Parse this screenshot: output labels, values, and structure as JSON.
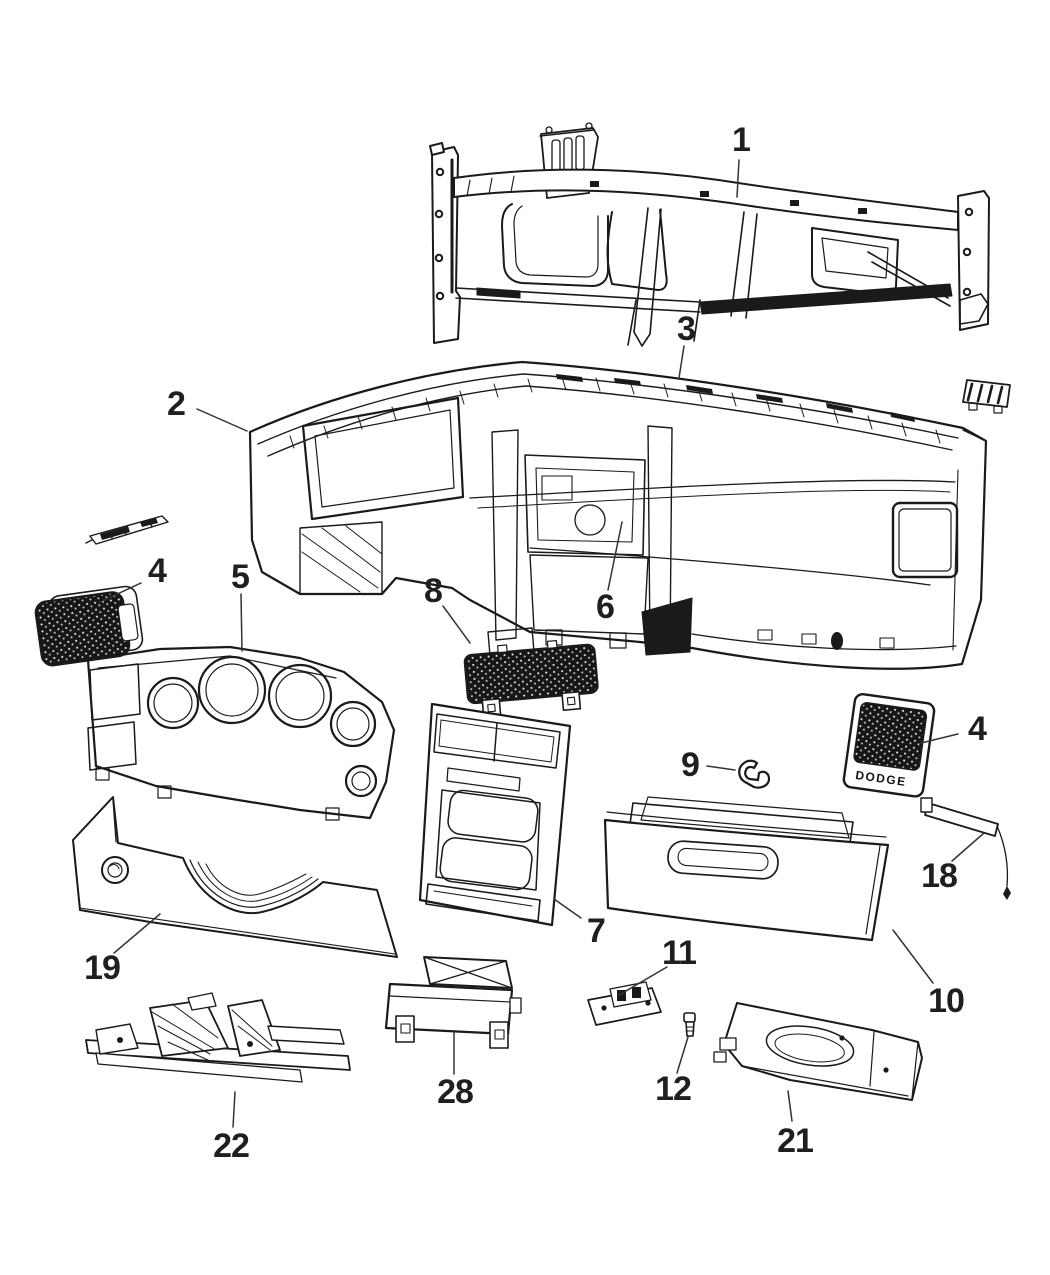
{
  "figure": {
    "kind": "exploded-parts-line-diagram",
    "colors": {
      "background": "#ffffff",
      "line": "#1a1a1a",
      "label": "#1f1f1f"
    },
    "emblem_text": "DODGE",
    "callouts": [
      {
        "ref": "callout-1",
        "label": "1"
      },
      {
        "ref": "callout-2",
        "label": "2"
      },
      {
        "ref": "callout-3",
        "label": "3"
      },
      {
        "ref": "callout-4-left",
        "label": "4"
      },
      {
        "ref": "callout-5",
        "label": "5"
      },
      {
        "ref": "callout-6",
        "label": "6"
      },
      {
        "ref": "callout-7",
        "label": "7"
      },
      {
        "ref": "callout-8",
        "label": "8"
      },
      {
        "ref": "callout-9",
        "label": "9"
      },
      {
        "ref": "callout-4-right",
        "label": "4"
      },
      {
        "ref": "callout-10",
        "label": "10"
      },
      {
        "ref": "callout-11",
        "label": "11"
      },
      {
        "ref": "callout-12",
        "label": "12"
      },
      {
        "ref": "callout-18",
        "label": "18"
      },
      {
        "ref": "callout-19",
        "label": "19"
      },
      {
        "ref": "callout-21",
        "label": "21"
      },
      {
        "ref": "callout-22",
        "label": "22"
      },
      {
        "ref": "callout-28",
        "label": "28"
      }
    ]
  }
}
